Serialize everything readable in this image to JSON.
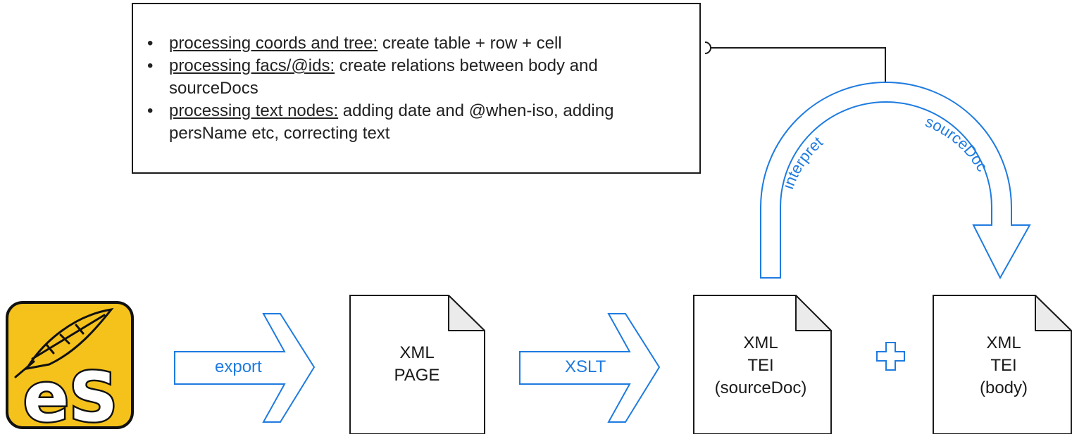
{
  "notes": {
    "items": [
      {
        "heading": "processing coords and tree:",
        "text": " create table + row + cell"
      },
      {
        "heading": "processing facs/@ids:",
        "text": " create relations between body and sourceDocs"
      },
      {
        "heading": "processing text nodes:",
        "text": " adding date and @when-iso, adding persName etc, correcting text"
      }
    ]
  },
  "app_logo": {
    "text": "eS"
  },
  "arrows": {
    "export": "export",
    "xslt": "XSLT",
    "interpret_left": "interpret",
    "interpret_right": "sourceDoc"
  },
  "documents": {
    "page": {
      "line1": "XML",
      "line2": "PAGE"
    },
    "tei_source": {
      "line1": "XML",
      "line2": "TEI",
      "line3": "(sourceDoc)"
    },
    "tei_body": {
      "line1": "XML",
      "line2": "TEI",
      "line3": "(body)"
    }
  },
  "plus_symbol": "plus-icon",
  "colors": {
    "accent": "#1e7be0",
    "logo_bg": "#f5c21b",
    "outline": "#1a1a1a"
  }
}
